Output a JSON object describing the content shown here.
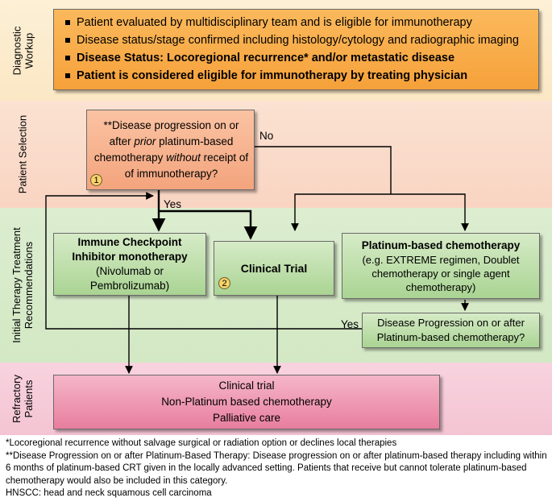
{
  "bands": {
    "diagnostic": "Diagnostic Workup",
    "selection": "Patient Selection",
    "initial_line1": "Initial Therapy Treatment",
    "initial_line2": "Recommendations",
    "refractory_line1": "Refractory",
    "refractory_line2": "Patients"
  },
  "diagnostic_box": {
    "items": [
      "Patient evaluated by multidisciplinary team and is eligible for immunotherapy",
      "Disease status/stage confirmed including histology/cytology and radiographic imaging",
      "Disease Status: Locoregional recurrence* and/or metastatic disease",
      "Patient is considered eligible for immunotherapy by treating physician"
    ]
  },
  "question_box": {
    "line1": "**Disease progression on or",
    "line2_pre": "after ",
    "line2_em": "prior",
    "line2_post": " platinum-based",
    "line3_pre": "chemotherapy ",
    "line3_em": "without",
    "line3_post": " receipt of",
    "line4": "of immunotherapy?",
    "badge": "1"
  },
  "edge_labels": {
    "no": "No",
    "yes_top": "Yes",
    "yes_left": "Yes"
  },
  "ici_box": {
    "title1": "Immune Checkpoint",
    "title2": "Inhibitor monotherapy",
    "sub1": "(Nivolumab or",
    "sub2": "Pembrolizumab)"
  },
  "trial_box": {
    "title": "Clinical Trial",
    "badge": "2"
  },
  "chemo_box": {
    "title": "Platinum-based chemotherapy",
    "sub1": "(e.g. EXTREME regimen, Doublet",
    "sub2": "chemotherapy or single agent",
    "sub3": "chemotherapy)"
  },
  "progression_box": {
    "line1": "Disease Progression on or after",
    "line2": "Platinum-based chemotherapy?"
  },
  "refractory_box": {
    "items": [
      "Clinical trial",
      "Non-Platinum based chemotherapy",
      "Palliative care"
    ]
  },
  "footnotes": [
    "*Locoregional recurrence without salvage surgical or radiation option or declines local therapies",
    "**Disease Progression on or after Platinum-Based Therapy: Disease progression on or after platinum-based therapy including within 6 months of platinum-based CRT given in the locally advanced setting. Patients that receive but cannot tolerate platinum-based chemotherapy would also be included in this category.",
    "HNSCC: head and neck squamous cell carcinoma"
  ]
}
